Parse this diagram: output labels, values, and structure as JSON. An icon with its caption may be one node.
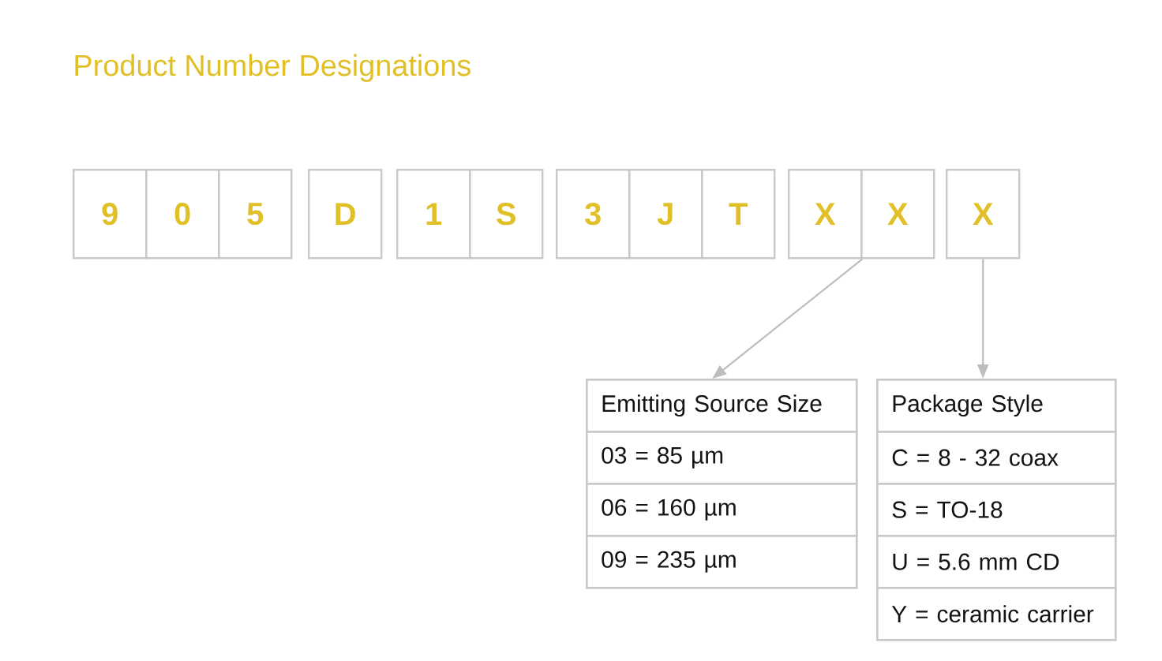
{
  "diagram": {
    "title": "Product Number Designations",
    "nodes": [
      {
        "text": [
          "9"
        ]
      },
      {
        "text": [
          "0"
        ]
      },
      {
        "text": [
          "5"
        ]
      },
      {
        "text": [
          "D"
        ]
      },
      {
        "text": [
          "1"
        ]
      },
      {
        "text": [
          "S"
        ]
      },
      {
        "text": [
          "3"
        ]
      },
      {
        "text": [
          "J"
        ]
      },
      {
        "text": [
          "T"
        ]
      },
      {
        "text": [
          "X"
        ]
      },
      {
        "text": [
          "X"
        ]
      },
      {
        "text": [
          "X"
        ]
      },
      {
        "text": [
          "Emitting Source Size",
          "03 = 85 µm",
          "06 = 160 µm",
          "09 = 235 µm"
        ]
      },
      {
        "text": [
          "Package Style",
          "C = 8 - 32 coax",
          "S = TO-18",
          "U = 5.6 mm CD",
          "Y = ceramic carrier"
        ]
      }
    ],
    "edges": [
      {
        "from": 9,
        "to": 12,
        "arrow": "to"
      },
      {
        "from": 11,
        "to": 13,
        "arrow": "to"
      }
    ]
  }
}
